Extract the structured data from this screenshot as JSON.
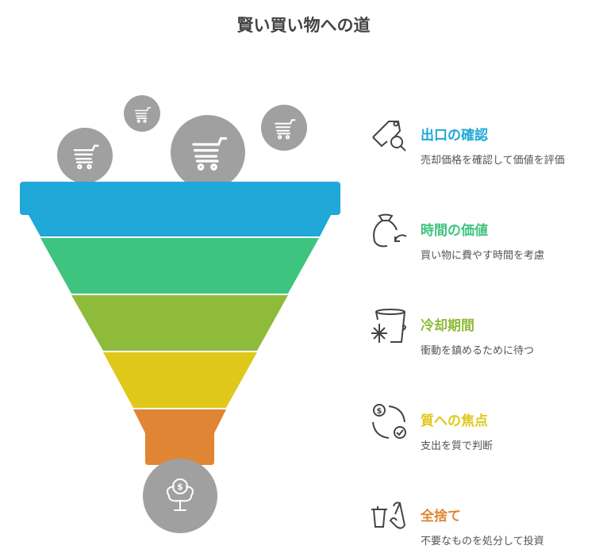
{
  "title": "賢い買い物への道",
  "stages": [
    {
      "heading": "出口の確認",
      "desc": "売却価格を確認して価値を評価",
      "color": "#1fa8d8",
      "icon": "price-tag-search-icon"
    },
    {
      "heading": "時間の価値",
      "desc": "買い物に費やす時間を考慮",
      "color": "#3ec47e",
      "icon": "money-bag-return-icon"
    },
    {
      "heading": "冷却期間",
      "desc": "衝動を鎮めるために待つ",
      "color": "#8fbb3b",
      "icon": "ice-bucket-snowflake-icon"
    },
    {
      "heading": "質への焦点",
      "desc": "支出を質で判断",
      "color": "#e0c81a",
      "icon": "dollar-check-cycle-icon"
    },
    {
      "heading": "全捨て",
      "desc": "不要なものを処分して投資",
      "color": "#e08533",
      "icon": "trash-discard-icon"
    }
  ],
  "inputs_icon": "shopping-cart-icon",
  "output_icon": "money-tree-icon"
}
